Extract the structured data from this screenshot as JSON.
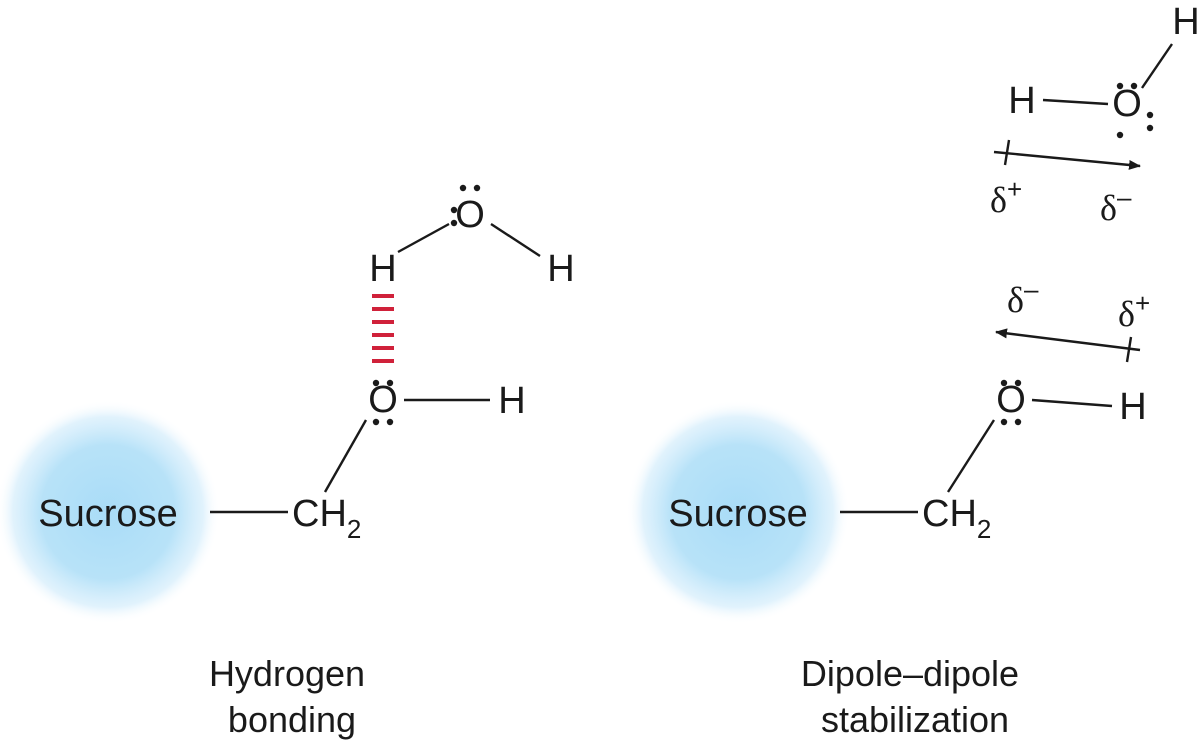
{
  "colors": {
    "ink": "#1a1a1a",
    "hydrogen_bond": "#d0213a",
    "sucrose_glow": "#a9dcf7"
  },
  "left_panel": {
    "sucrose_label": "Sucrose",
    "ch_label": "CH",
    "ch_subscript": "2",
    "hydroxyl_oxygen": "O",
    "hydroxyl_hydrogen": "H",
    "water_oxygen": "O",
    "water_h_bonded": "H",
    "water_h_free": "H",
    "caption_line1": "Hydrogen",
    "caption_line2": "bonding"
  },
  "right_panel": {
    "sucrose_label": "Sucrose",
    "ch_label": "CH",
    "ch_subscript": "2",
    "hydroxyl_oxygen": "O",
    "hydroxyl_hydrogen": "H",
    "water_oxygen": "O",
    "water_h_left": "H",
    "water_h_top": "H",
    "water_dipole_plus": "δ",
    "water_dipole_plus_sign": "+",
    "water_dipole_minus": "δ",
    "water_dipole_minus_sign": "–",
    "hydroxyl_dipole_minus": "δ",
    "hydroxyl_dipole_minus_sign": "–",
    "hydroxyl_dipole_plus": "δ",
    "hydroxyl_dipole_plus_sign": "+",
    "caption_line1": "Dipole–dipole",
    "caption_line2": "stabilization"
  }
}
